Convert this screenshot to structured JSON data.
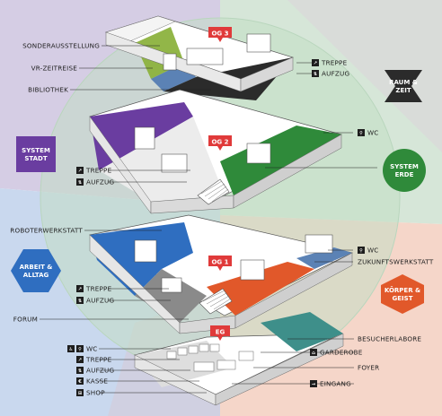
{
  "zones": [
    {
      "id": "raum-zeit",
      "line1": "RAUM &",
      "line2": "ZEIT",
      "color": "#2b2b2b"
    },
    {
      "id": "system-stadt",
      "line1": "SYSTEM",
      "line2": "STADT",
      "color": "#6a3da0"
    },
    {
      "id": "system-erde",
      "line1": "SYSTEM",
      "line2": "ERDE",
      "color": "#2f8a3a"
    },
    {
      "id": "arbeit-alltag",
      "line1": "ARBEIT &",
      "line2": "ALLTAG",
      "color": "#2f6ec0"
    },
    {
      "id": "koerper-geist",
      "line1": "KÖRPER &",
      "line2": "GEIST",
      "color": "#e1582a"
    }
  ],
  "floors": {
    "og3": "OG 3",
    "og2": "OG 2",
    "og1": "OG 1",
    "eg": "EG"
  },
  "labels_left": {
    "sonderausstellung": "SONDERAUSSTELLUNG",
    "vr_zeitreise": "VR-ZEITREISE",
    "bibliothek": "BIBLIOTHEK",
    "roboterwerkstatt": "ROBOTERWERKSTATT",
    "forum": "FORUM"
  },
  "labels_right": {
    "besucherlabore": "BESUCHERLABORE",
    "garderobe": "GARDEROBE",
    "foyer": "FOYER",
    "eingang": "EINGANG",
    "zukunftswerkstatt": "ZUKUNFTSWERKSTATT"
  },
  "facilities": {
    "treppe": "TREPPE",
    "aufzug": "AUFZUG",
    "wc": "WC",
    "kasse": "KASSE",
    "shop": "SHOP"
  },
  "colors": {
    "bg_purple": "#cdc3de",
    "bg_green": "#c9e0cf",
    "bg_blue": "#c3d3ea",
    "bg_salmon": "#f3cdbf",
    "bg_grey": "#dcdcdc",
    "floor_badge": "#e03a3a"
  }
}
